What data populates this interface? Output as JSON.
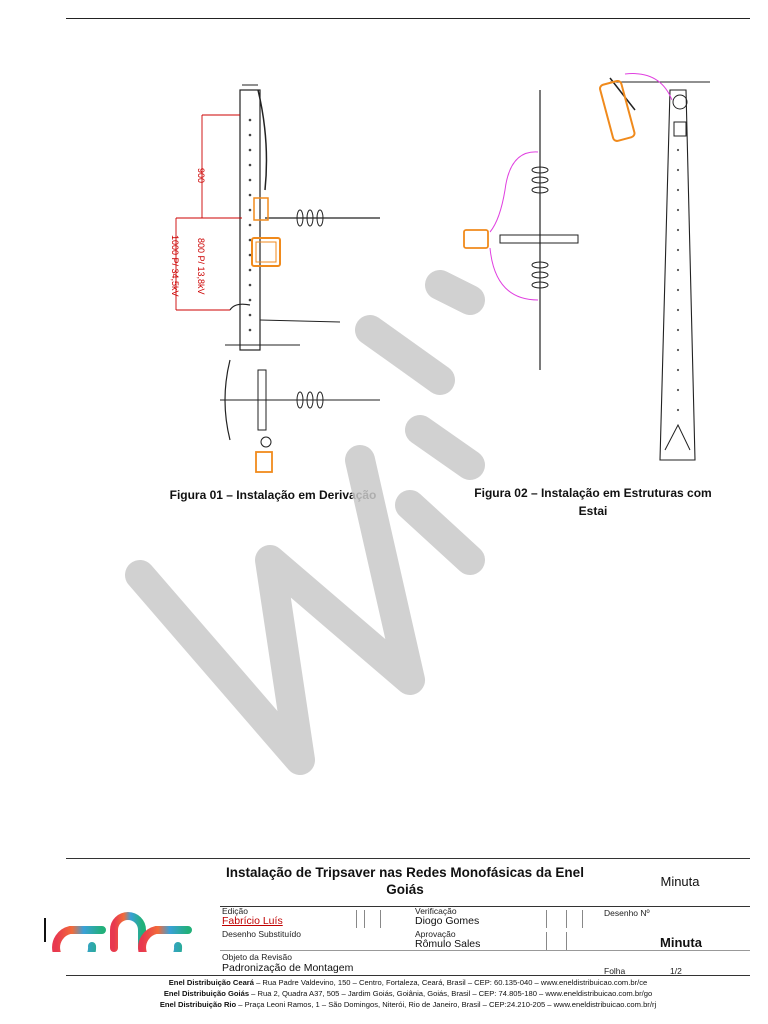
{
  "figures": {
    "fig1": {
      "caption": "Figura 01 – Instalação em Derivação",
      "dim_900": "900",
      "dim_1000": "1000 P/ 34,5kV",
      "dim_800": "800 P/ 13,8kV"
    },
    "fig2": {
      "caption": "Figura 02 – Instalação em Estruturas com Estai"
    }
  },
  "title_block": {
    "title": "Instalação de Tripsaver nas Redes Monofásicas da Enel Goiás",
    "status_top": "Minuta",
    "edicao_label": "Edição",
    "edicao_value": "Fabrício Luís",
    "verificacao_label": "Verificação",
    "verificacao_value": "Diogo Gomes",
    "desenho_no_label": "Desenho Nº",
    "desenho_substituido_label": "Desenho Substituído",
    "aprovacao_label": "Aprovação",
    "aprovacao_value": "Rômulo Sales",
    "desenho_no_value": "Minuta",
    "objeto_label": "Objeto da Revisão",
    "objeto_value": "Padronização de Montagem",
    "folha_label": "Folha",
    "folha_value": "1/2"
  },
  "footer": {
    "line1_bold": "Enel Distribuição Ceará",
    "line1_rest": " – Rua Padre Valdevino, 150 – Centro, Fortaleza, Ceará, Brasil – CEP: 60.135-040 – www.eneldistribuicao.com.br/ce",
    "line2_bold": "Enel Distribuição Goiás",
    "line2_rest": " – Rua 2, Quadra A37, 505 – Jardim Goiás, Goiânia, Goiás, Brasil – CEP: 74.805-180 – www.eneldistribuicao.com.br/go",
    "line3_bold": "Enel Distribuição Rio",
    "line3_rest": " – Praça Leoni Ramos, 1 – São Domingos, Niterói, Rio de Janeiro, Brasil – CEP:24.210-205 – www.eneldistribuicao.com.br/rj"
  },
  "colors": {
    "dimension": "#cc0000",
    "device": "#f08a1c",
    "jumper": "#e040e0",
    "watermark": "#c9c9c9"
  }
}
